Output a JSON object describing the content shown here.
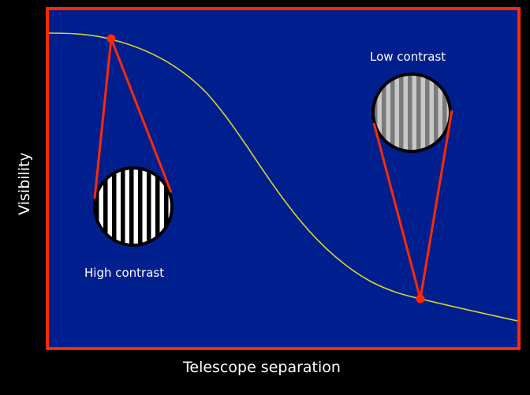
{
  "diagram": {
    "x_axis_label": "Telescope separation",
    "y_axis_label": "Visibility",
    "high_contrast_label": "High contrast",
    "low_contrast_label": "Low contrast"
  },
  "colors": {
    "background": "#000000",
    "panel": "#001f8f",
    "frame": "#ff2a00",
    "curve": "#d9d42a",
    "connector": "#ff2a00",
    "marker": "#ff2a00",
    "fringe_high_dark": "#000000",
    "fringe_high_light": "#ffffff",
    "fringe_low_dark": "#7a7a7a",
    "fringe_low_light": "#c8c8c8"
  }
}
